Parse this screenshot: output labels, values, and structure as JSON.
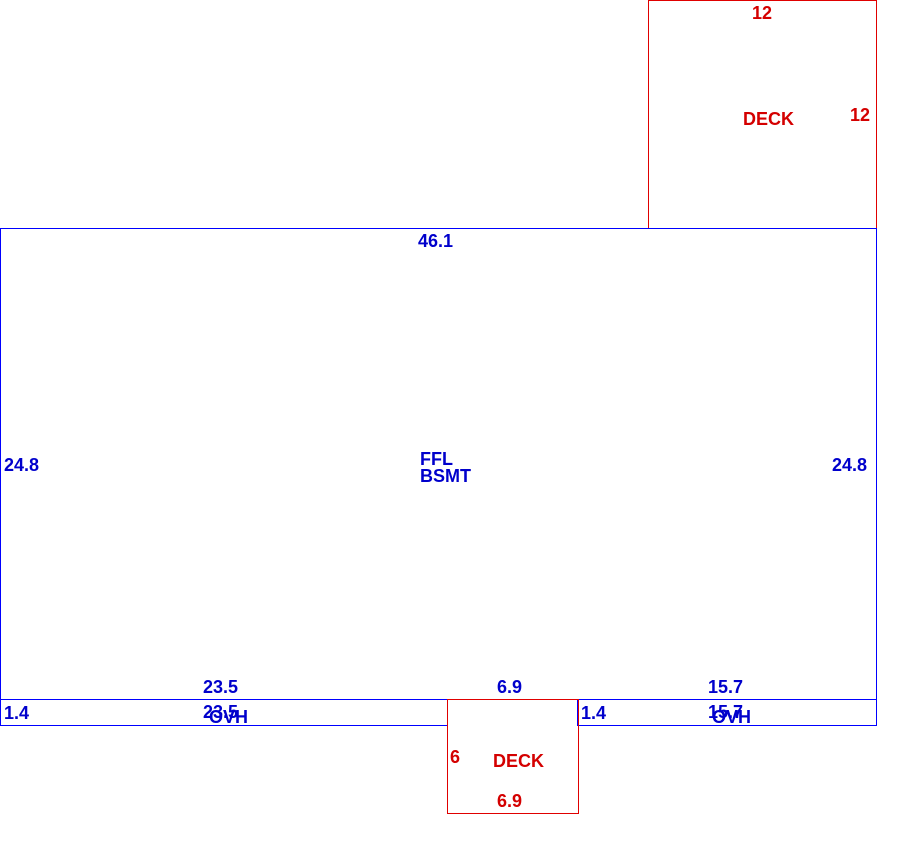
{
  "colors": {
    "main_line": "#0000ff",
    "main_text": "#0000cc",
    "deck_line": "#e00000",
    "deck_text": "#d40000"
  },
  "upper_deck": {
    "top": "12",
    "right": "12",
    "name": "DECK"
  },
  "main_area": {
    "top": "46.1",
    "left": "24.8",
    "right": "24.8",
    "name_line1": "FFL",
    "name_line2": "BSMT",
    "bottom_left": "23.5",
    "bottom_mid": "6.9",
    "bottom_right": "15.7"
  },
  "left_overhang": {
    "depth": "1.4",
    "length": "23.5",
    "name": "OVH"
  },
  "right_overhang": {
    "depth": "1.4",
    "length": "15.7",
    "name": "OVH"
  },
  "lower_deck": {
    "left": "6",
    "name": "DECK",
    "bottom": "6.9"
  }
}
